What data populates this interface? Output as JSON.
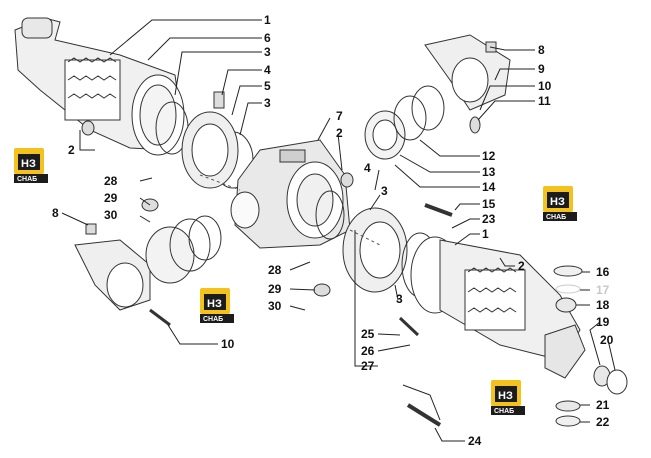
{
  "labels": {
    "n1a": "1",
    "n6": "6",
    "n3a": "3",
    "n4a": "4",
    "n5": "5",
    "n3b": "3",
    "n7": "7",
    "n2b": "2",
    "n2a": "2",
    "n8a": "8",
    "n9": "9",
    "n10a": "10",
    "n11": "11",
    "n12": "12",
    "n13": "13",
    "n14": "14",
    "n15": "15",
    "n23": "23",
    "n1b": "1",
    "n2c": "2",
    "n3c": "3",
    "n4b": "4",
    "n3d": "3",
    "n28a": "28",
    "n29a": "29",
    "n30a": "30",
    "n8b": "8",
    "n28b": "28",
    "n29b": "29",
    "n30b": "30",
    "n10b": "10",
    "n25": "25",
    "n26": "26",
    "n27": "27",
    "n24": "24",
    "n16": "16",
    "n17": "17",
    "n18": "18",
    "n19": "19",
    "n20": "20",
    "n21": "21",
    "n22": "22"
  },
  "watermark": {
    "big": "НЗ",
    "small": "СНАБ"
  },
  "colors": {
    "logo_yellow": "#f4c21c",
    "logo_dark": "#1c1c1c",
    "line": "#222222",
    "faint": "#c8c8c8"
  }
}
